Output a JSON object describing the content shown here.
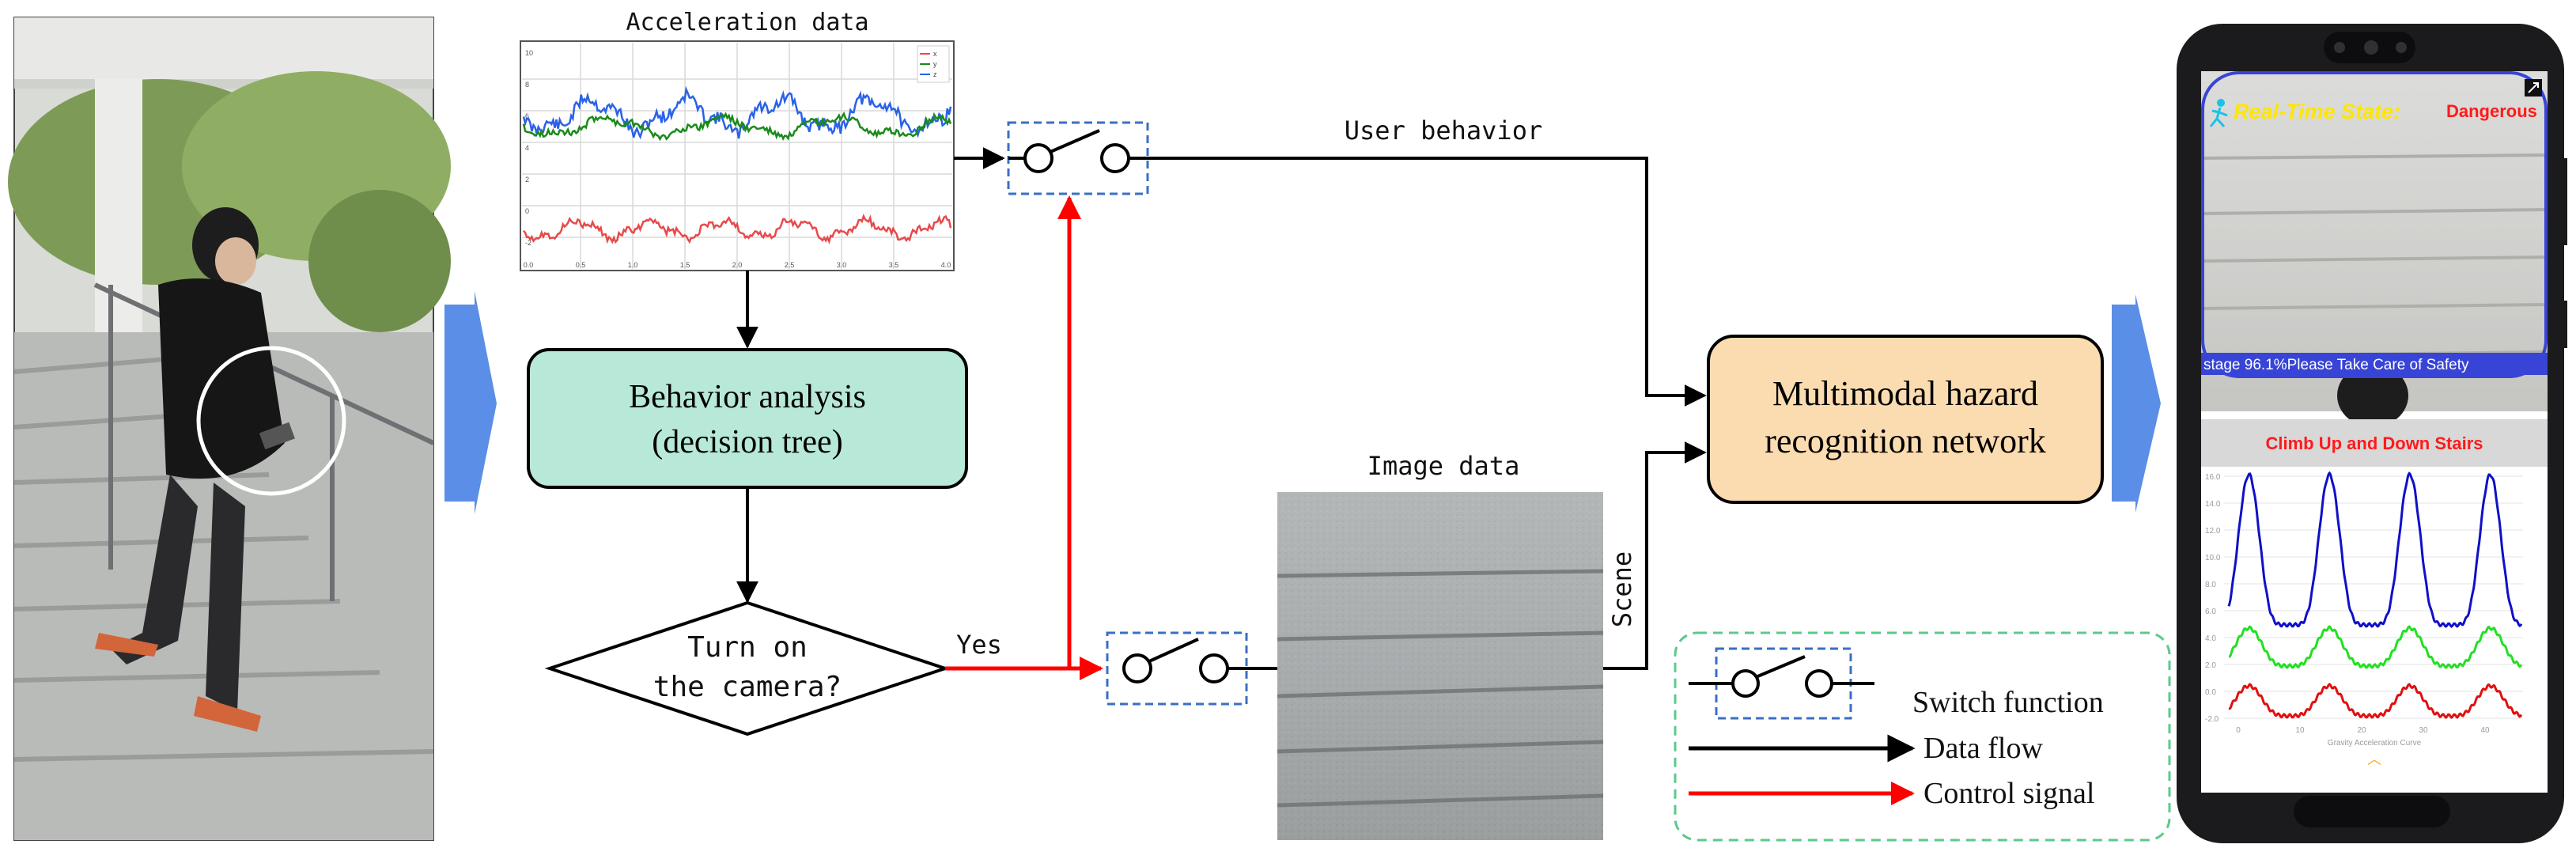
{
  "diagram": {
    "acceleration_title": "Acceleration data",
    "user_behavior_label": "User behavior",
    "behavior_box_line1": "Behavior analysis",
    "behavior_box_line2": "(decision tree)",
    "decision_line1": "Turn on",
    "decision_line2": "the camera?",
    "yes_label": "Yes",
    "image_title": "Image data",
    "scene_label": "Scene",
    "network_line1": "Multimodal hazard",
    "network_line2": "recognition network"
  },
  "legend": {
    "switch": "Switch function",
    "data_flow": "Data flow",
    "control_signal": "Control signal"
  },
  "phone": {
    "state_label": "Real-Time State:",
    "state_value": "Dangerous",
    "confidence_text": "stage 96.1%Please Take Care of Safety",
    "activity": "Climb Up and Down Stairs",
    "chart_caption": "Gravity Acceleration Curve"
  },
  "accel_chart": {
    "legend": [
      "x",
      "y",
      "z"
    ],
    "x_ticks": [
      "0.0",
      "0.5",
      "1.0",
      "1.5",
      "2.0",
      "2.5",
      "3.0",
      "3.5",
      "4.0"
    ],
    "y_ticks": [
      "10",
      "8",
      "6",
      "4",
      "2",
      "0",
      "-2"
    ]
  },
  "phone_chart": {
    "x_ticks": [
      "0",
      "10",
      "20",
      "30",
      "40"
    ],
    "y_ticks": [
      "16.0",
      "14.0",
      "12.0",
      "10.0",
      "8.0",
      "6.0",
      "4.0",
      "2.0",
      "0.0",
      "-2.0"
    ]
  },
  "colors": {
    "behavior_box": "#b8e8d8",
    "network_box": "#fbdcb0",
    "arrow_blue": "#5b8ee6",
    "control": "#ff0000",
    "data_flow": "#000000",
    "switch_border": "#3a6fc4",
    "legend_border": "#5cc98a"
  }
}
